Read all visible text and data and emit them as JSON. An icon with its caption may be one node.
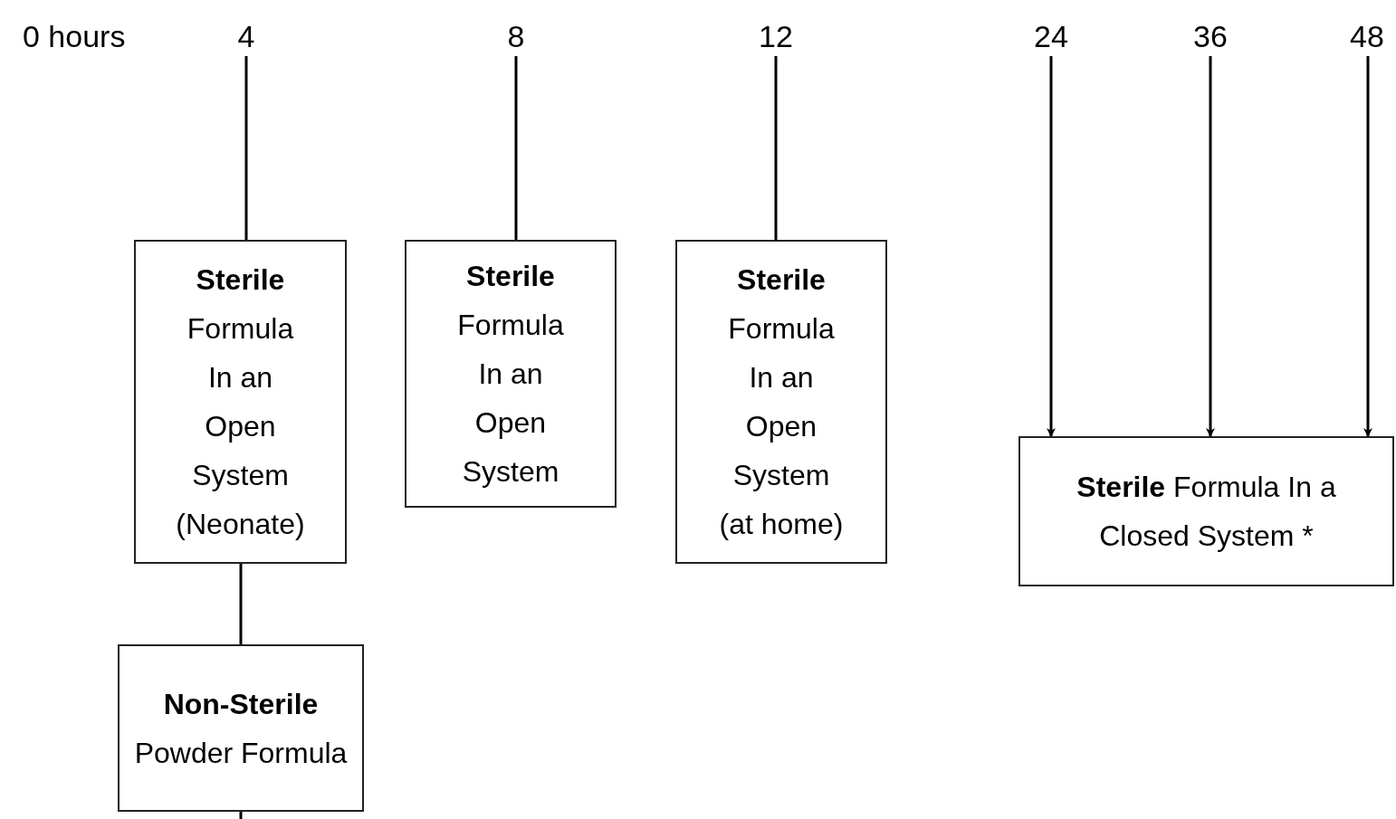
{
  "diagram": {
    "nodes": [
      {
        "text": [
          "4"
        ]
      },
      {
        "text": [
          "8"
        ]
      },
      {
        "text": [
          "12"
        ]
      },
      {
        "text": [
          "24"
        ]
      },
      {
        "text": [
          "36"
        ]
      },
      {
        "text": [
          "48"
        ]
      },
      {
        "text": [
          "**Sterile** Formula In an Open System (Neonate)"
        ]
      },
      {
        "text": [
          "**Sterile** Formula In an Open System"
        ]
      },
      {
        "text": [
          "**Sterile** Formula In an Open System (at home)"
        ]
      },
      {
        "text": [
          "**Sterile** Formula In a Closed System *"
        ]
      },
      {
        "text": [
          "**Non-Sterile** Powder Formula"
        ]
      }
    ],
    "edges": [
      {
        "from": 0,
        "to": 6,
        "arrow": "none"
      },
      {
        "from": 1,
        "to": 7,
        "arrow": "none"
      },
      {
        "from": 2,
        "to": 8,
        "arrow": "none"
      },
      {
        "from": 3,
        "to": 9,
        "arrow": "to"
      },
      {
        "from": 4,
        "to": 9,
        "arrow": "to"
      },
      {
        "from": 5,
        "to": 9,
        "arrow": "to"
      },
      {
        "from": 6,
        "to": 10,
        "arrow": "none"
      },
      {
        "from": 10,
        "to": null,
        "arrow": "none"
      }
    ],
    "labels": [
      "0 hours"
    ]
  }
}
